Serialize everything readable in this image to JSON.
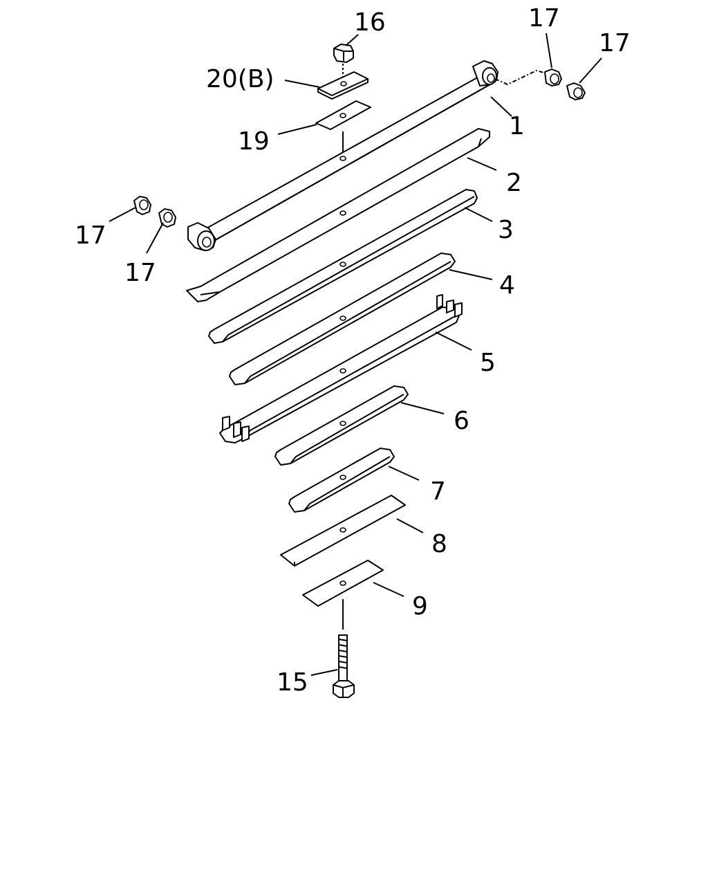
{
  "callouts": {
    "c16": "16",
    "c17_top_left": "17",
    "c17_top_right": "17",
    "c20": "20(B)",
    "c19": "19",
    "c1": "1",
    "c2": "2",
    "c3": "3",
    "c4": "4",
    "c5": "5",
    "c6": "6",
    "c7": "7",
    "c8": "8",
    "c9": "9",
    "c17_left_a": "17",
    "c17_left_b": "17",
    "c15": "15"
  }
}
